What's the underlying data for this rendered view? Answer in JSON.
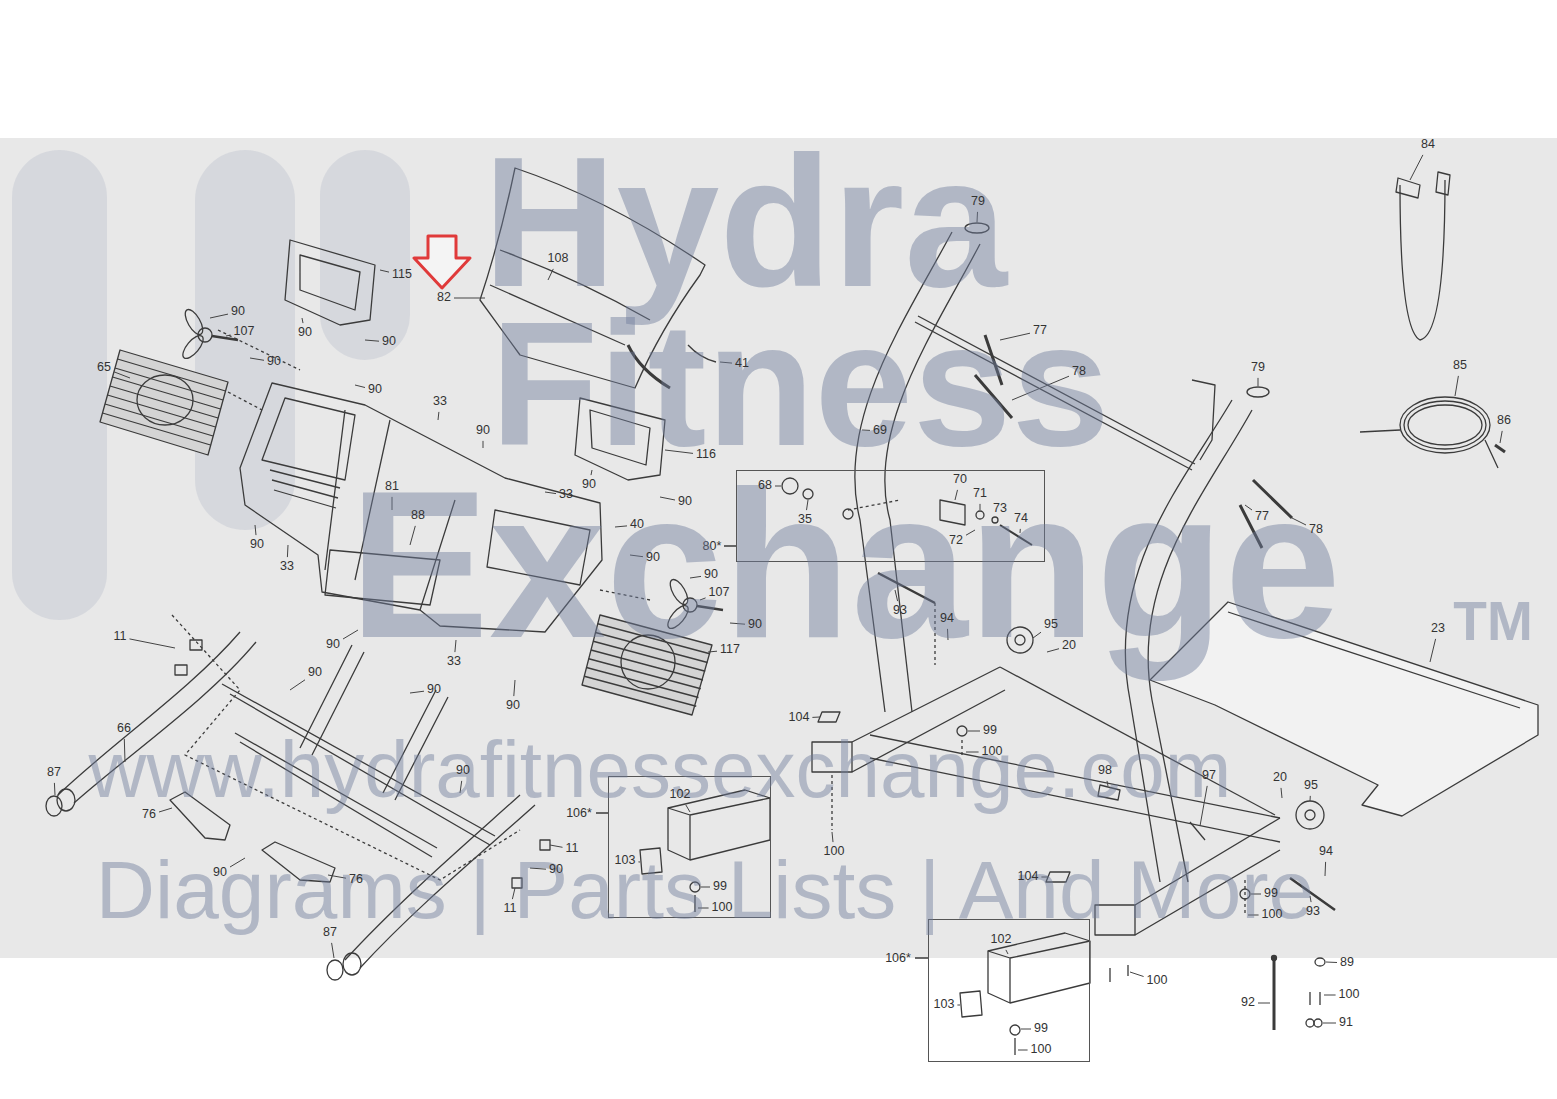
{
  "diagram": {
    "nodes": [
      {
        "text": [
          "80*"
        ]
      },
      {
        "text": [
          "106*"
        ]
      },
      {
        "text": [
          "106*"
        ]
      }
    ],
    "labels": [
      "Hydra",
      "Fitness",
      "Exchange",
      "TM",
      "www.hydrafitnessexchange.com",
      "Diagrams | Parts Lists | And More",
      "115",
      "82",
      "108",
      "90",
      "107",
      "90",
      "90",
      "90",
      "65",
      "90",
      "41",
      "33",
      "90",
      "81",
      "88",
      "33",
      "90",
      "116",
      "90",
      "40",
      "90",
      "33",
      "90",
      "90",
      "107",
      "90",
      "117",
      "90",
      "33",
      "11",
      "90",
      "90",
      "90",
      "66",
      "87",
      "76",
      "90",
      "90",
      "76",
      "11",
      "90",
      "11",
      "87",
      "79",
      "77",
      "78",
      "69",
      "68",
      "35",
      "70",
      "71",
      "73",
      "74",
      "72",
      "93",
      "94",
      "95",
      "20",
      "104",
      "99",
      "100",
      "100",
      "102",
      "103",
      "99",
      "100",
      "98",
      "97",
      "20",
      "95",
      "94",
      "104",
      "99",
      "100",
      "93",
      "102",
      "103",
      "99",
      "100",
      "100",
      "92",
      "89",
      "100",
      "91",
      "84",
      "79",
      "77",
      "78",
      "85",
      "86",
      "23"
    ]
  }
}
